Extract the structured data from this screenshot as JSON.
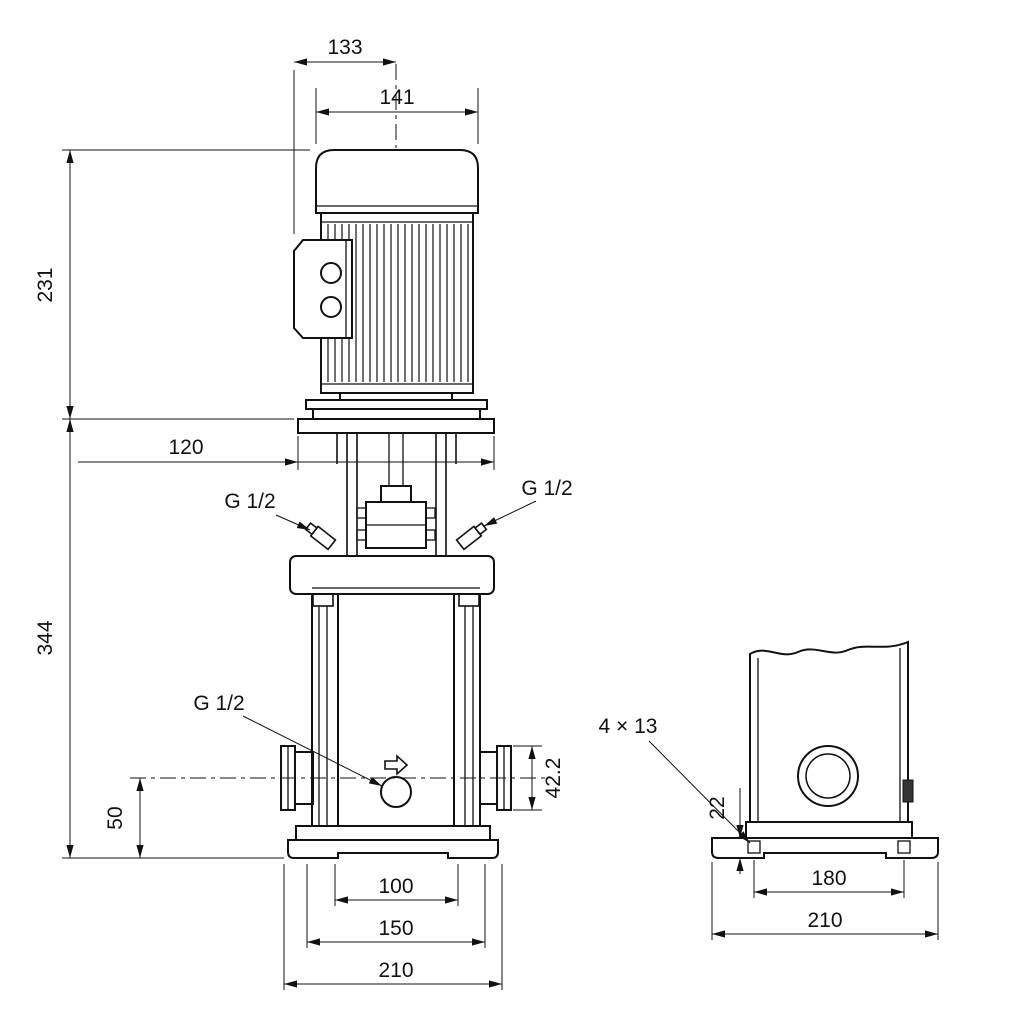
{
  "front_view": {
    "dim_133": "133",
    "dim_141": "141",
    "dim_231": "231",
    "dim_120": "120",
    "dim_344": "344",
    "dim_50": "50",
    "dim_42_2": "42.2",
    "dim_100": "100",
    "dim_150": "150",
    "dim_210": "210",
    "vent_port_left": "G 1/2",
    "vent_port_right": "G 1/2",
    "drain_port": "G 1/2"
  },
  "side_view": {
    "bolt_holes": "4 × 13",
    "dim_22": "22",
    "dim_180": "180",
    "dim_210": "210"
  },
  "colors": {
    "line": "#111111",
    "background": "#ffffff"
  }
}
